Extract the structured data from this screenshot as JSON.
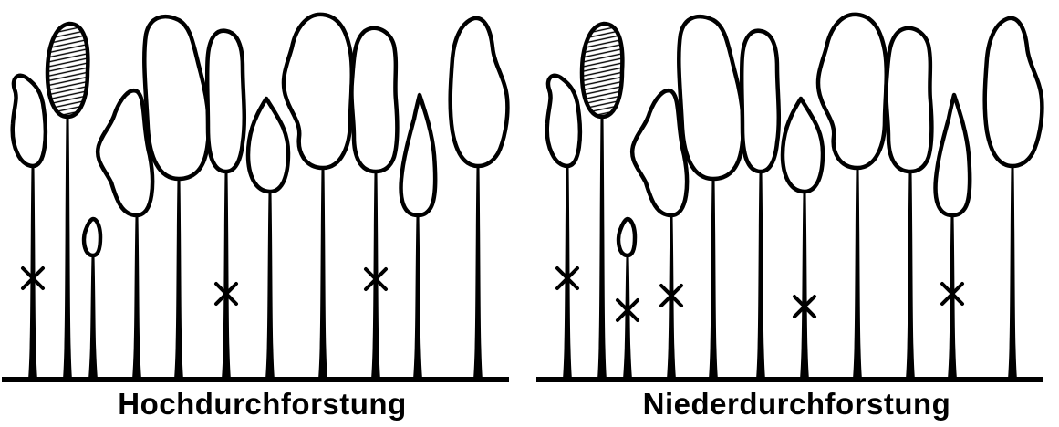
{
  "panels": [
    {
      "id": "hochdurchforstung",
      "caption": "Hochdurchforstung",
      "trees": [
        {
          "crown": "round",
          "height": "medium"
        },
        {
          "crown": "narrow",
          "height": "tall",
          "shaded": true
        },
        {
          "crown": "small",
          "height": "short"
        },
        {
          "crown": "irregular",
          "height": "medium"
        },
        {
          "crown": "round",
          "height": "tall"
        },
        {
          "crown": "round",
          "height": "tall"
        },
        {
          "crown": "pointed",
          "height": "medium"
        },
        {
          "crown": "round",
          "height": "tall"
        },
        {
          "crown": "round",
          "height": "tall"
        },
        {
          "crown": "pointed",
          "height": "medium"
        },
        {
          "crown": "round",
          "height": "tall"
        }
      ],
      "marked_trees": [
        0,
        5,
        8
      ]
    },
    {
      "id": "niederdurchforstung",
      "caption": "Niederdurchforstung",
      "trees": [
        {
          "crown": "round",
          "height": "medium"
        },
        {
          "crown": "narrow",
          "height": "tall",
          "shaded": true
        },
        {
          "crown": "small",
          "height": "short"
        },
        {
          "crown": "irregular",
          "height": "medium"
        },
        {
          "crown": "round",
          "height": "tall"
        },
        {
          "crown": "round",
          "height": "tall"
        },
        {
          "crown": "pointed",
          "height": "medium"
        },
        {
          "crown": "round",
          "height": "tall"
        },
        {
          "crown": "round",
          "height": "tall"
        },
        {
          "crown": "pointed",
          "height": "medium"
        },
        {
          "crown": "round",
          "height": "tall"
        }
      ],
      "marked_trees": [
        0,
        2,
        3,
        6,
        9
      ]
    }
  ]
}
